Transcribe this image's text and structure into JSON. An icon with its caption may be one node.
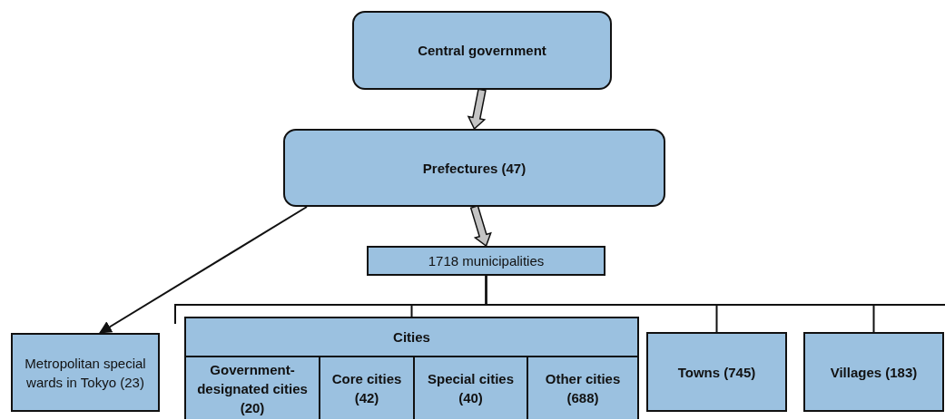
{
  "diagram": {
    "nodes": [
      {
        "text": [
          "Central government"
        ]
      },
      {
        "text": [
          "Prefectures (47)"
        ]
      },
      {
        "text": [
          "1718 municipalities"
        ]
      },
      {
        "text": [
          "Metropolitan special wards in Tokyo (23)"
        ]
      },
      {
        "text": [
          "Cities"
        ]
      },
      {
        "text": [
          "Government-designated cities (20)"
        ],
        "in": 4
      },
      {
        "text": [
          "Core cities (42)"
        ],
        "in": 4
      },
      {
        "text": [
          "Special cities (40)"
        ],
        "in": 4
      },
      {
        "text": [
          "Other cities (688)"
        ],
        "in": 4
      },
      {
        "text": [
          "Towns (745)"
        ]
      },
      {
        "text": [
          "Villages (183)"
        ]
      }
    ],
    "edges": [
      {
        "from": 0,
        "to": 1,
        "arrow": "to",
        "style": "thick"
      },
      {
        "from": 1,
        "to": 2,
        "arrow": "to",
        "style": "thick"
      },
      {
        "from": 1,
        "to": 3,
        "arrow": "to"
      },
      {
        "from": 2,
        "to": 4,
        "arrow": "none"
      },
      {
        "from": 2,
        "to": 9,
        "arrow": "none"
      },
      {
        "from": 2,
        "to": 10,
        "arrow": "none"
      }
    ]
  }
}
